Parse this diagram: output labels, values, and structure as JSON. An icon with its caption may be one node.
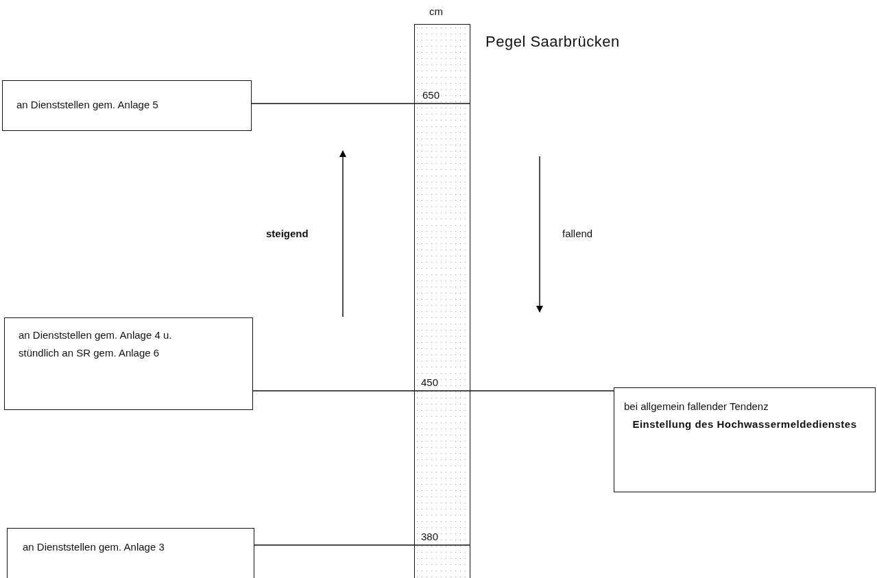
{
  "diagram": {
    "title": "Pegel Saarbrücken",
    "nodes": [
      {
        "text": [
          "an Dienststellen gem. Anlage 5"
        ]
      },
      {
        "text": [
          "an Dienststellen gem. Anlage 4 u. stündlich an SR gem. Anlage 6"
        ]
      },
      {
        "text": [
          "an Dienststellen gem. Anlage 3"
        ]
      },
      {
        "text": [
          "bei allgemein fallender Tendenz",
          "Einstellung des Hochwassermeldedienstes"
        ]
      },
      {
        "text": [],
        "shape": "bar",
        "beside": [
          "cm"
        ]
      }
    ],
    "edges": [
      {
        "from": 0,
        "to": 4,
        "arrow": "none"
      },
      {
        "from": 1,
        "to": 4,
        "arrow": "none"
      },
      {
        "from": 4,
        "to": 3,
        "arrow": "none"
      },
      {
        "from": 2,
        "to": 4,
        "arrow": "none"
      }
    ],
    "labels": [
      "650",
      "steigend",
      "fallend",
      "450",
      "380"
    ]
  }
}
